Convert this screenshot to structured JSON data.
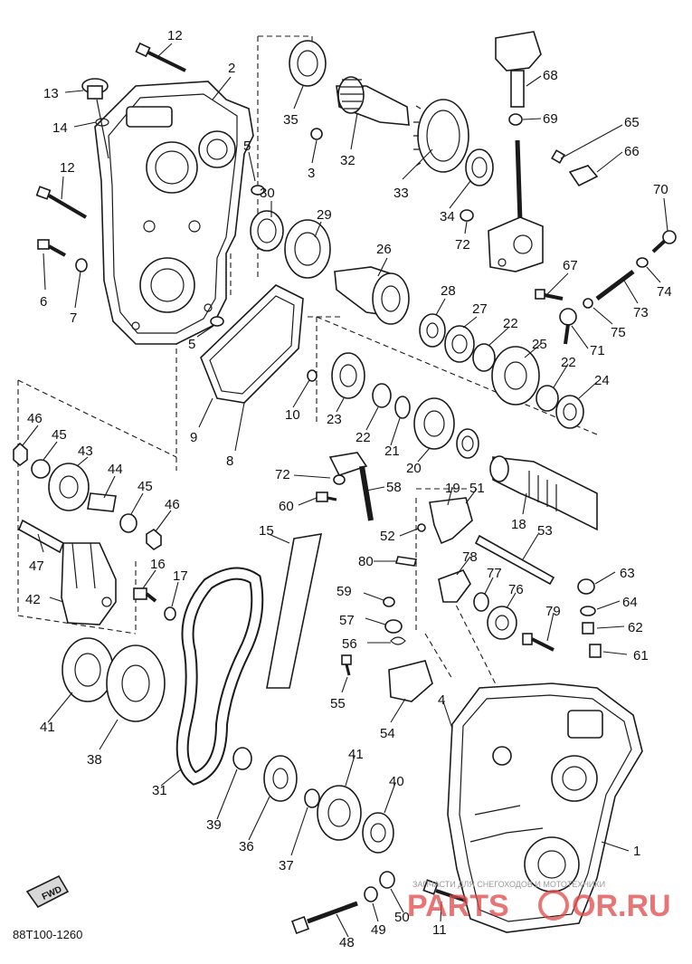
{
  "diagram": {
    "reference_code": "88T100-1260",
    "fwd_label": "FWD",
    "callouts": [
      "12",
      "2",
      "35",
      "13",
      "14",
      "5",
      "3",
      "32",
      "68",
      "69",
      "65",
      "66",
      "12",
      "30",
      "29",
      "33",
      "34",
      "72",
      "70",
      "6",
      "7",
      "26",
      "28",
      "27",
      "22",
      "67",
      "73",
      "74",
      "75",
      "71",
      "5",
      "9",
      "8",
      "10",
      "23",
      "22",
      "21",
      "20",
      "25",
      "22",
      "24",
      "46",
      "45",
      "43",
      "44",
      "45",
      "46",
      "72",
      "58",
      "60",
      "19",
      "51",
      "18",
      "53",
      "52",
      "47",
      "42",
      "16",
      "17",
      "15",
      "80",
      "78",
      "77",
      "76",
      "63",
      "64",
      "62",
      "61",
      "79",
      "59",
      "57",
      "56",
      "55",
      "54",
      "41",
      "38",
      "31",
      "4",
      "39",
      "36",
      "41",
      "37",
      "40",
      "1",
      "48",
      "49",
      "50",
      "11"
    ]
  },
  "watermark": {
    "line1": "ЗАПЧАСТИ ДЛЯ СНЕГОХОДОВ И МОТОТЕХНИКИ",
    "brand_left": "PARTS",
    "brand_right": "OR.RU"
  }
}
